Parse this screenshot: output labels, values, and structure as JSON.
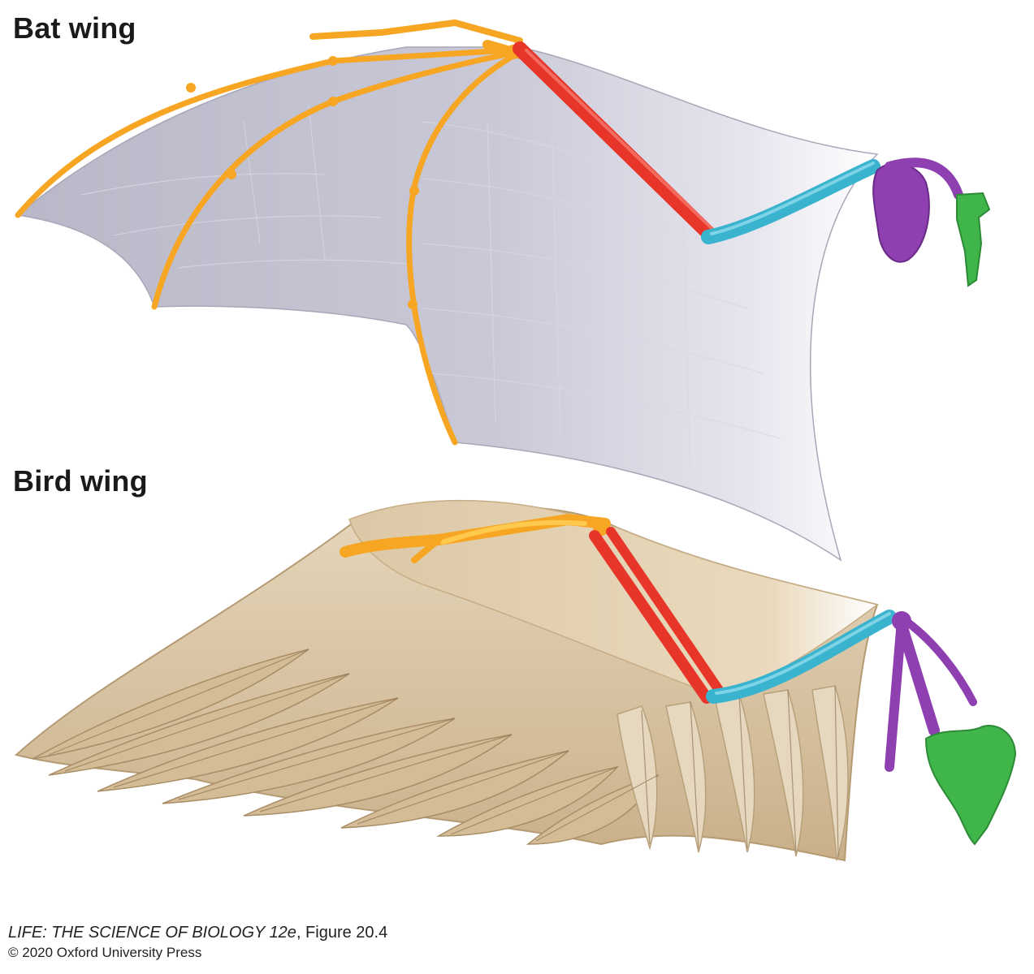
{
  "labels": {
    "bat": "Bat wing",
    "bird": "Bird wing"
  },
  "credit": {
    "book": "LIFE: THE SCIENCE OF BIOLOGY 12e",
    "figure": ", Figure 20.4",
    "copyright": "© 2020 Oxford University Press"
  },
  "colors": {
    "humerus": "#3ab3cf",
    "radius_ulna": "#e8352a",
    "hand_digits": "#f6a623",
    "scapula_clavicle": "#8e3fb0",
    "sternum": "#3fb54a",
    "bat_membrane": "#c4c4d2",
    "bird_feathers": "#d8c4a4"
  }
}
